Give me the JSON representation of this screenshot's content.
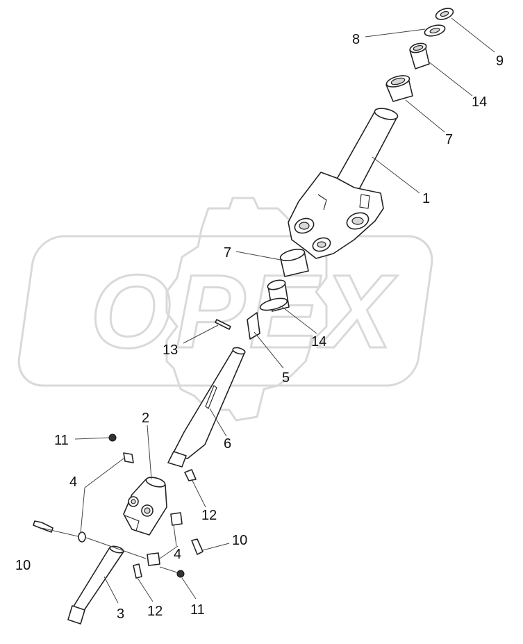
{
  "watermark": {
    "text": "OPEX"
  },
  "callouts": [
    {
      "id": "c9",
      "label": "9"
    },
    {
      "id": "c8",
      "label": "8"
    },
    {
      "id": "c14a",
      "label": "14"
    },
    {
      "id": "c7a",
      "label": "7"
    },
    {
      "id": "c1",
      "label": "1"
    },
    {
      "id": "c7b",
      "label": "7"
    },
    {
      "id": "c14b",
      "label": "14"
    },
    {
      "id": "c13",
      "label": "13"
    },
    {
      "id": "c5",
      "label": "5"
    },
    {
      "id": "c6",
      "label": "6"
    },
    {
      "id": "c2",
      "label": "2"
    },
    {
      "id": "c11a",
      "label": "11"
    },
    {
      "id": "c4a",
      "label": "4"
    },
    {
      "id": "c12a",
      "label": "12"
    },
    {
      "id": "c10a",
      "label": "10"
    },
    {
      "id": "c10b",
      "label": "10"
    },
    {
      "id": "c4b",
      "label": "4"
    },
    {
      "id": "c3",
      "label": "3"
    },
    {
      "id": "c12b",
      "label": "12"
    },
    {
      "id": "c11b",
      "label": "11"
    }
  ]
}
